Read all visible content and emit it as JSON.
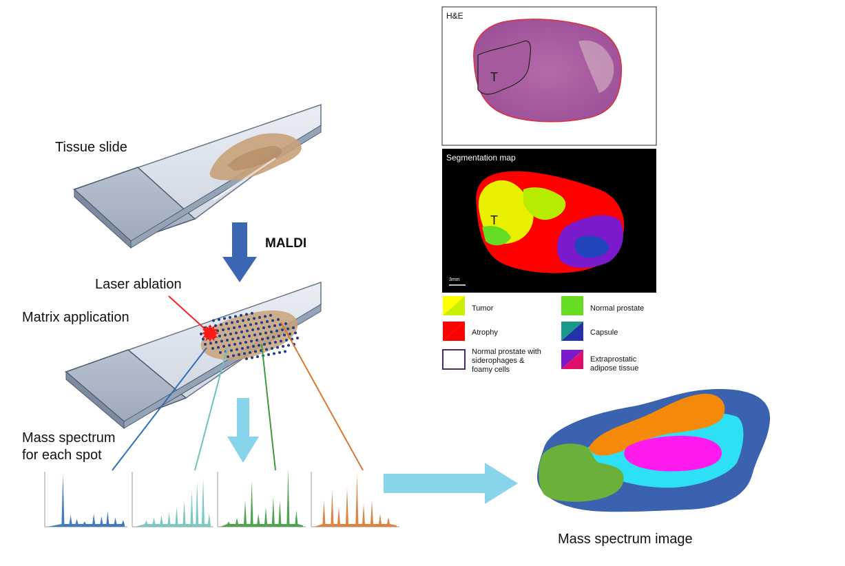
{
  "labels": {
    "tissue_slide": "Tissue slide",
    "maldi": "MALDI",
    "laser_ablation": "Laser ablation",
    "matrix_application": "Matrix application",
    "mass_spectrum_line1": "Mass spectrum",
    "mass_spectrum_line2": "for each spot",
    "mass_spectrum_image": "Mass spectrum image"
  },
  "he_panel": {
    "title": "H&E",
    "tumor_mark": "T"
  },
  "segmentation_panel": {
    "title": "Segmentation map",
    "tumor_mark": "T",
    "scale_bar": "3mm"
  },
  "legend": [
    {
      "label": "Tumor",
      "colors": [
        "#ffff00",
        "#c8f000"
      ]
    },
    {
      "label": "Normal prostate",
      "colors": [
        "#66dd22",
        "#66dd22"
      ]
    },
    {
      "label": "Atrophy",
      "colors": [
        "#ff0000",
        "#ff0000"
      ]
    },
    {
      "label": "Capsule",
      "colors": [
        "#1a9a8a",
        "#2233aa"
      ]
    },
    {
      "label_lines": [
        "Normal prostate with",
        "siderophages &",
        "foamy cells"
      ],
      "colors": [
        "#ffffff",
        "#ffffff"
      ],
      "outline": "#4a2a6a"
    },
    {
      "label_lines": [
        "Extraprostatic",
        "adipose tissue"
      ],
      "colors": [
        "#7a1acc",
        "#e0106a"
      ]
    }
  ],
  "spectrum_colors": [
    "#2f6db8",
    "#6cc3bd",
    "#3c9a3c",
    "#d9772e"
  ],
  "colors": {
    "arrow_blue": "#3b66b3",
    "arrow_light": "#88d4ea",
    "laser_red": "#ff1a1a",
    "dot_blue": "#1d3f88",
    "tissue_brown": "#c9a27a"
  }
}
